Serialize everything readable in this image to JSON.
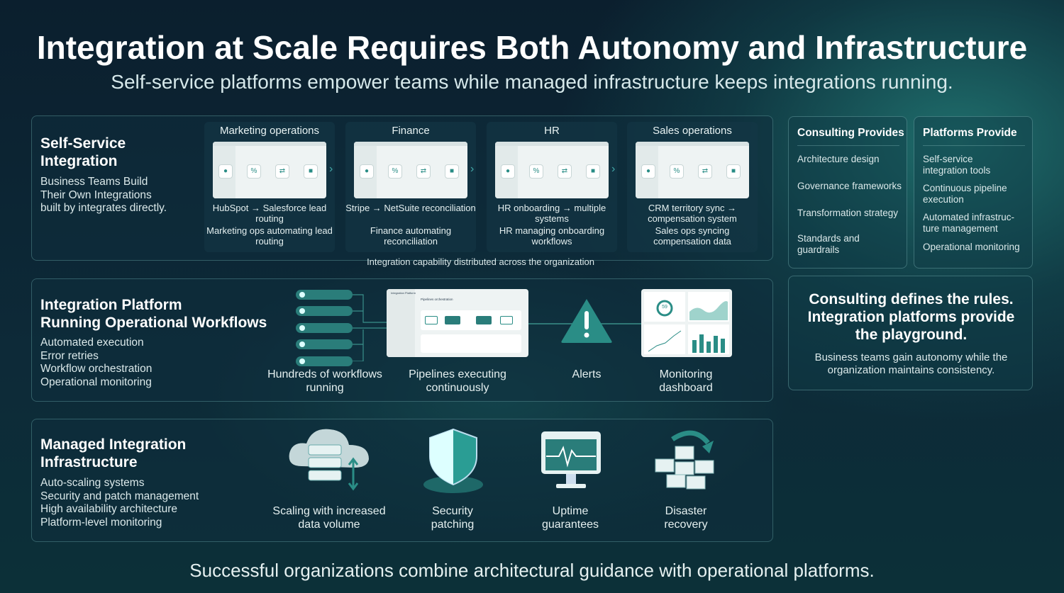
{
  "title": "Integration at Scale Requires Both Autonomy and Infrastructure",
  "subtitle": "Self-service platforms empower teams while managed infrastructure keeps integrations running.",
  "self_service": {
    "heading": "Self-Service Integration",
    "lines": [
      "Business Teams Build",
      "Their Own Integrations",
      "built by integrates directly."
    ],
    "cards": [
      {
        "title": "Marketing operations",
        "caption1": "HubSpot → Salesforce lead routing",
        "caption2": "Marketing ops automating lead routing"
      },
      {
        "title": "Finance",
        "caption1": "Stripe → NetSuite reconciliation",
        "caption2": "Finance automating reconciliation"
      },
      {
        "title": "HR",
        "caption1": "HR onboarding → multiple systems",
        "caption2": "HR managing onboarding workflows"
      },
      {
        "title": "Sales operations",
        "caption1": "CRM territory sync → compensation system",
        "caption2": "Sales ops syncing compensation data"
      }
    ],
    "footer": "Integration capability distributed across the organization"
  },
  "platform": {
    "heading1": "Integration Platform",
    "heading2": "Running Operational Workflows",
    "lines": [
      "Automated execution",
      "Error retries",
      "Workflow orchestration",
      "Operational monitoring"
    ],
    "mock_title": "Integration Platform",
    "mock_header": "Pipelines orchestration",
    "gauge_value": "59",
    "items": [
      "Hundreds of workflows running",
      "Pipelines executing continuously",
      "Alerts",
      "Monitoring dashboard"
    ]
  },
  "infra": {
    "heading1": "Managed Integration",
    "heading2": "Infrastructure",
    "lines": [
      "Auto-scaling systems",
      "Security and patch management",
      "High availability architecture",
      "Platform-level monitoring"
    ],
    "items": [
      "Scaling with increased data volume",
      "Security patching",
      "Uptime guarantees",
      "Disaster recovery"
    ]
  },
  "consulting": {
    "heading": "Consulting Provides",
    "items": [
      "Architecture design",
      "Governance frameworks",
      "Transformation strategy",
      "Standards and guardrails"
    ]
  },
  "platforms_provide": {
    "heading": "Platforms Provide",
    "items": [
      "Self-service integration tools",
      "Continuous pipeline execution",
      "Automated infrastruc-ture management",
      "Operational monitoring"
    ]
  },
  "callout": {
    "heading": "Consulting defines the rules. Integration platforms provide the playground.",
    "body": "Business teams gain autonomy while the organization maintains consistency."
  },
  "footer": "Successful organizations combine architectural guidance with operational platforms.",
  "colors": {
    "accent": "#2a8d86",
    "background": "#0b1f2e"
  }
}
